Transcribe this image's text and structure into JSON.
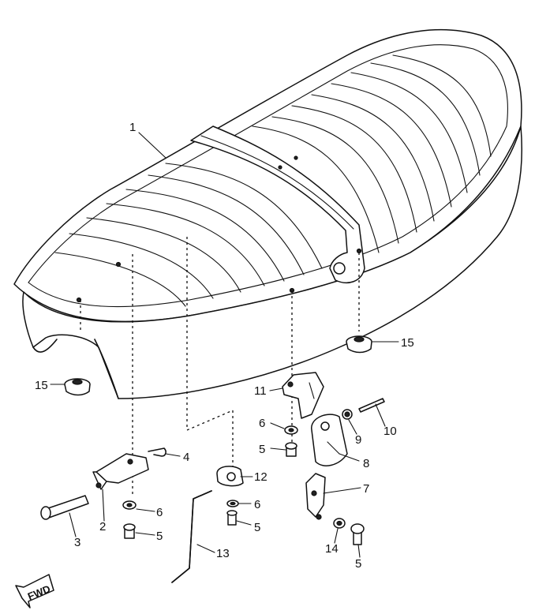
{
  "callouts": {
    "c1": "1",
    "c2": "2",
    "c3": "3",
    "c4": "4",
    "c5a": "5",
    "c5b": "5",
    "c5c": "5",
    "c5d": "5",
    "c6a": "6",
    "c6b": "6",
    "c6c": "6",
    "c7": "7",
    "c8": "8",
    "c9": "9",
    "c10": "10",
    "c11": "11",
    "c12": "12",
    "c13": "13",
    "c14": "14",
    "c15a": "15",
    "c15b": "15"
  },
  "fwd_label": "FWD"
}
